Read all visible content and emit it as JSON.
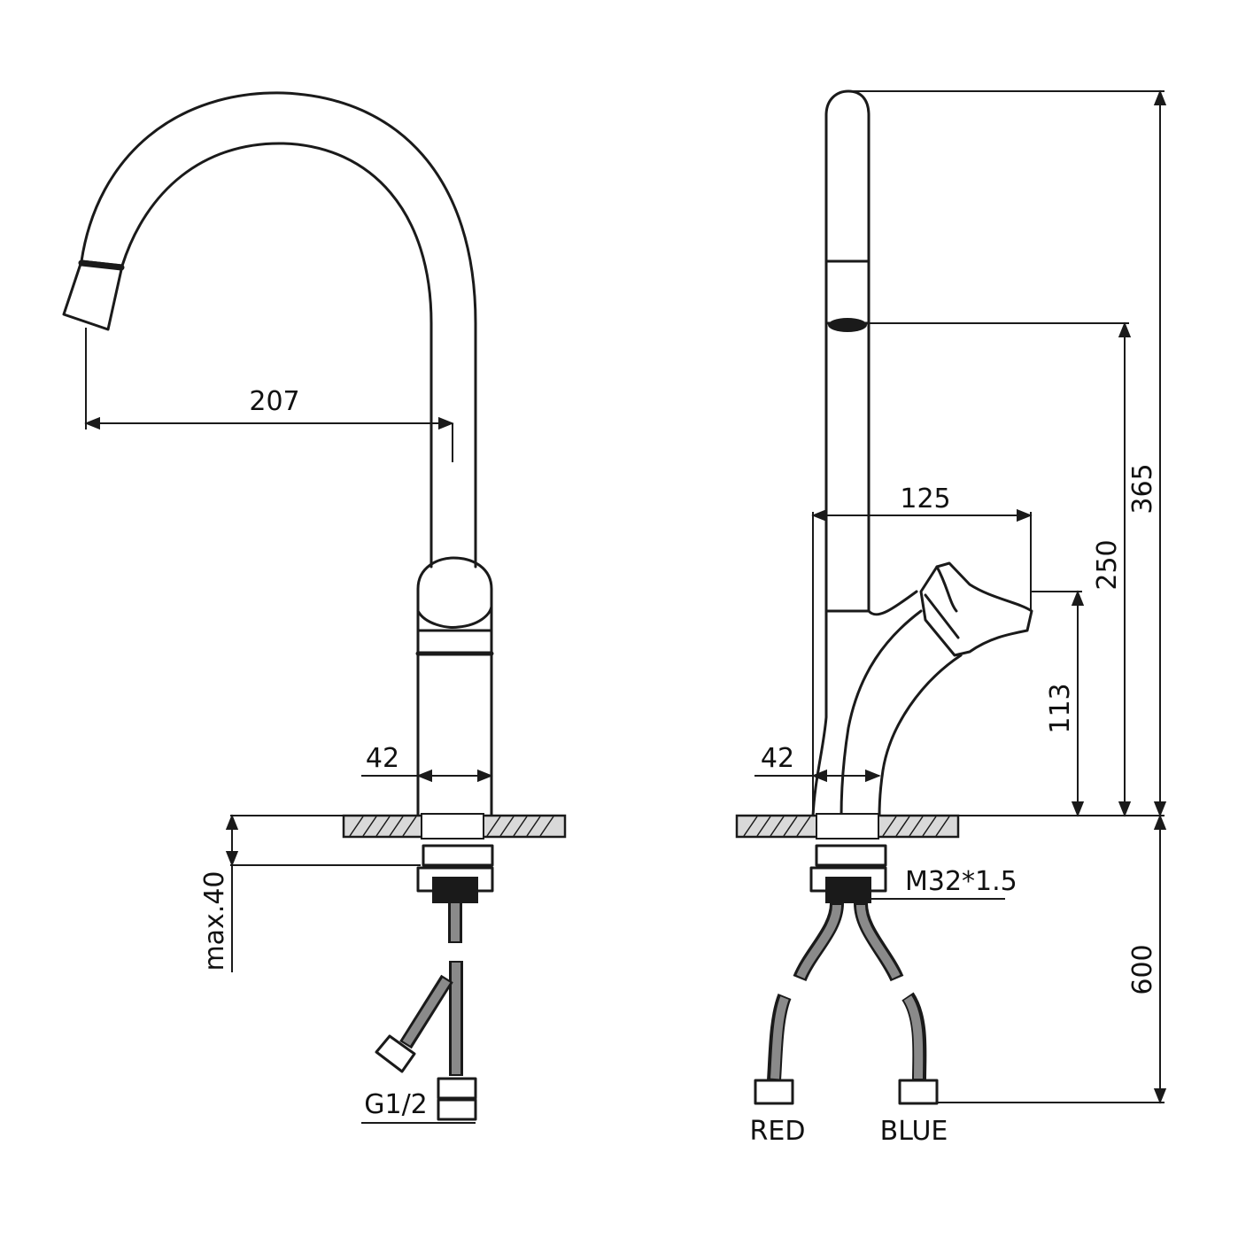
{
  "front_view": {
    "spout_reach": "207",
    "body_width": "42",
    "max_thickness": "max.40",
    "thread_label": "G1/2"
  },
  "side_view": {
    "total_height": "365",
    "spout_height": "250",
    "handle_height": "113",
    "handle_reach": "125",
    "body_width": "42",
    "nut_thread": "M32*1.5",
    "hose_length": "600",
    "hot_label": "RED",
    "cold_label": "BLUE"
  },
  "colors": {
    "line": "#1a1a1a",
    "hose_fill": "#8a8a8a",
    "plate_fill": "#d9d9d9",
    "background": "#ffffff"
  }
}
